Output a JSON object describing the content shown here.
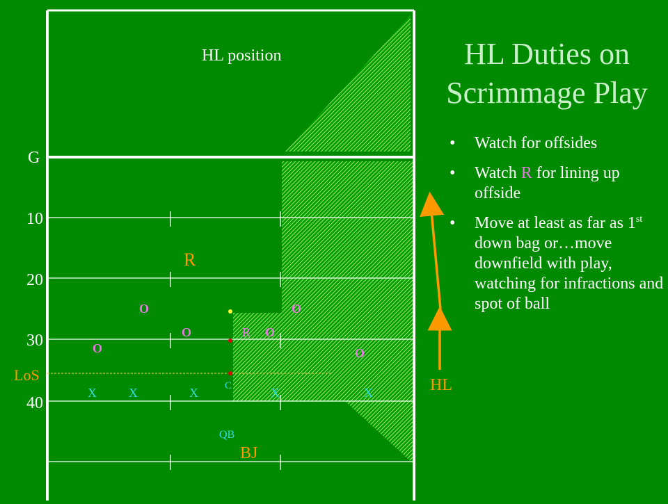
{
  "title": {
    "line1": "HL Duties on",
    "line2": "Scrimmage Play"
  },
  "bullets": {
    "b1": "Watch for offsides",
    "b2_pre": "Watch ",
    "b2_r": "R",
    "b2_post": " for lining up offside",
    "b3_pre": "Move at least as far as 1",
    "b3_sup": "st",
    "b3_post": " down bag or…move downfield with play, watching for infractions and spot of ball"
  },
  "field": {
    "hl_position_label": "HL position",
    "yard_labels": {
      "goal": "G",
      "y10": "10",
      "y20": "20",
      "y30": "30",
      "los": "LoS",
      "y40": "40"
    }
  },
  "players": {
    "offense_symbol": "X",
    "defense_symbol": "O",
    "center": "C",
    "qb": "QB",
    "returner_in_box": "R"
  },
  "officials": {
    "r": "R",
    "bj": "BJ",
    "hl": "HL"
  },
  "colors": {
    "field": "#008a00",
    "lines": "#ffffff",
    "hatch": "#d8f29a",
    "title": "#c8f0c8",
    "official": "#ff9900",
    "defense": "#e57be0",
    "offense": "#33dddd",
    "los_line": "#d9c24a",
    "ball_red": "#d01010",
    "ball_yellow": "#ffff33"
  }
}
